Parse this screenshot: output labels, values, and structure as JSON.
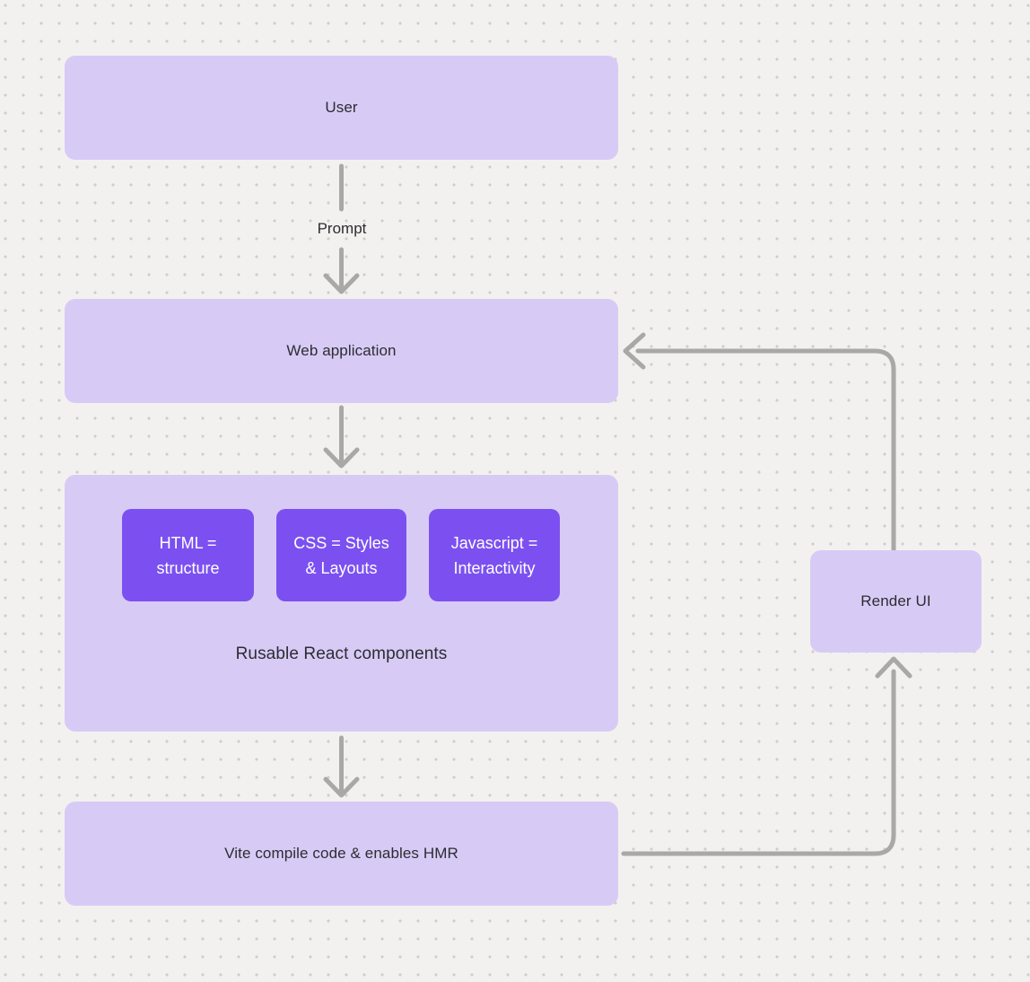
{
  "diagram": {
    "title": "react-vite-hmr-flow",
    "nodes": {
      "user": {
        "label": "User"
      },
      "web_app": {
        "label": "Web application"
      },
      "components_group": {
        "caption": "Rusable React components",
        "items": [
          {
            "label": "HTML = structure"
          },
          {
            "label": "CSS = Styles & Layouts"
          },
          {
            "label": "Javascript = Interactivity"
          }
        ]
      },
      "vite": {
        "label": "Vite compile code & enables HMR"
      },
      "render_ui": {
        "label": "Render UI"
      }
    },
    "edges": {
      "user_to_webapp_label": "Prompt"
    },
    "colors": {
      "background": "#f2f1ef",
      "dot_grid": "#d0cdca",
      "node_light": "#d7cbf6",
      "node_dark": "#7c50f0",
      "connector": "#a9a8a7",
      "text_dark": "#2e2c31",
      "text_light": "#ffffff"
    }
  }
}
